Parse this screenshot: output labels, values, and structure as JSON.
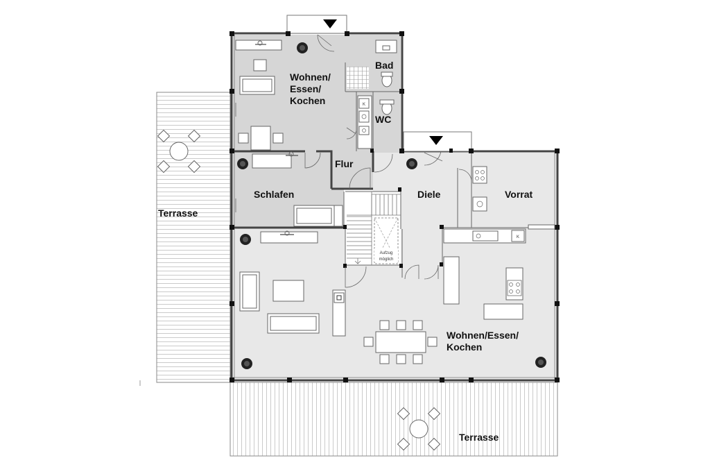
{
  "colors": {
    "grey_room": "#d6d6d6",
    "light_room": "#e8e8e8",
    "terrace": "#ffffff",
    "wall": "#444444",
    "pillar": "#111111"
  },
  "rooms": {
    "upper_living": [
      "Wohnen/",
      "Essen/",
      "Kochen"
    ],
    "bad": "Bad",
    "wc": "WC",
    "flur": "Flur",
    "schlafen": "Schlafen",
    "diele": "Diele",
    "vorrat": "Vorrat",
    "main_living": [
      "Wohnen/Essen/",
      "Kochen"
    ],
    "terrasse_left": "Terrasse",
    "terrasse_bottom": "Terrasse"
  },
  "annotations": {
    "elevator": [
      "Aufzug",
      "möglich"
    ],
    "fridge_mark": "K"
  },
  "icons": [
    "entrance-arrow-icon",
    "plant-icon",
    "patio-table-icon"
  ]
}
